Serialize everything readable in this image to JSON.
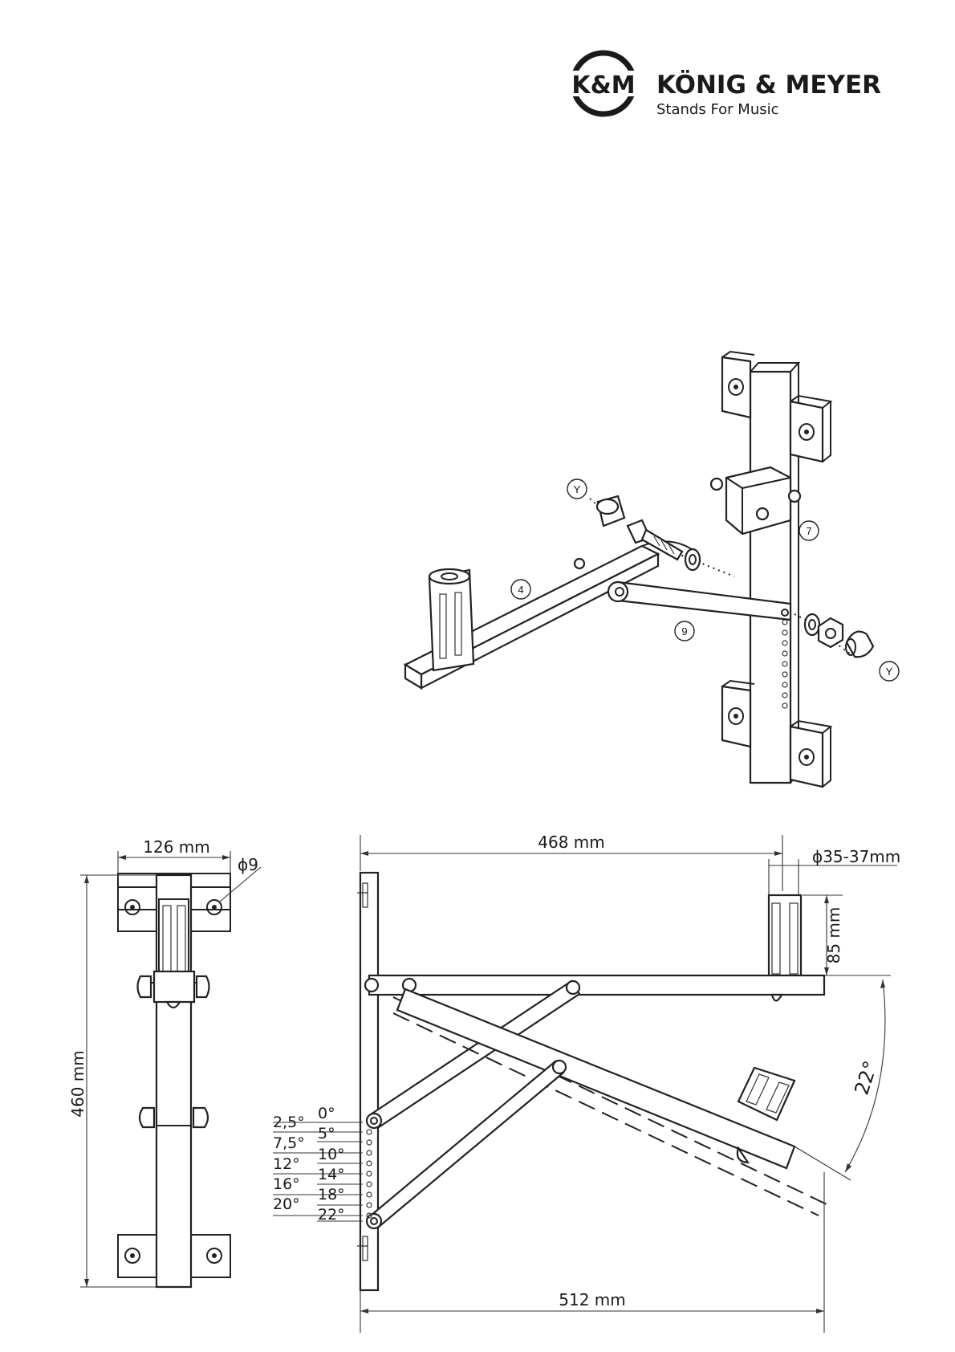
{
  "brand": {
    "logo_mark": "K&M",
    "name": "KÖNIG & MEYER",
    "tagline": "Stands For Music"
  },
  "callouts": {
    "y_top": "Y",
    "y_right": "Y",
    "part_4": "4",
    "part_7": "7",
    "part_9": "9"
  },
  "dimensions": {
    "width_front": "126 mm",
    "hole_dia": "ϕ9",
    "height_front": "460 mm",
    "arm_length": "468 mm",
    "pole_dia": "ϕ35-37mm",
    "pole_height": "85 mm",
    "total_length": "512 mm",
    "max_angle": "22°"
  },
  "angle_scale": {
    "left": [
      "2,5°",
      "7,5°",
      "12°",
      "16°",
      "20°"
    ],
    "right": [
      "0°",
      "5°",
      "10°",
      "14°",
      "18°",
      "22°"
    ]
  }
}
